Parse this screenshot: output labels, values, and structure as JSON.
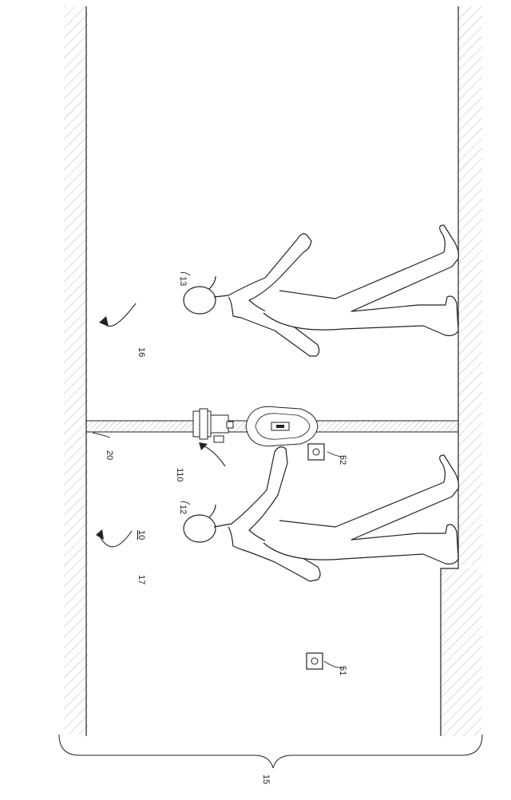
{
  "labels": {
    "room": "10",
    "person_left": "12",
    "person_right": "13",
    "overall": "15",
    "area_right": "16",
    "area_left": "17",
    "partition": "20",
    "sensor_a": "51",
    "sensor_b": "52",
    "device": "110"
  },
  "colors": {
    "line": "#222222",
    "hatch": "#666666",
    "background": "#ffffff"
  }
}
